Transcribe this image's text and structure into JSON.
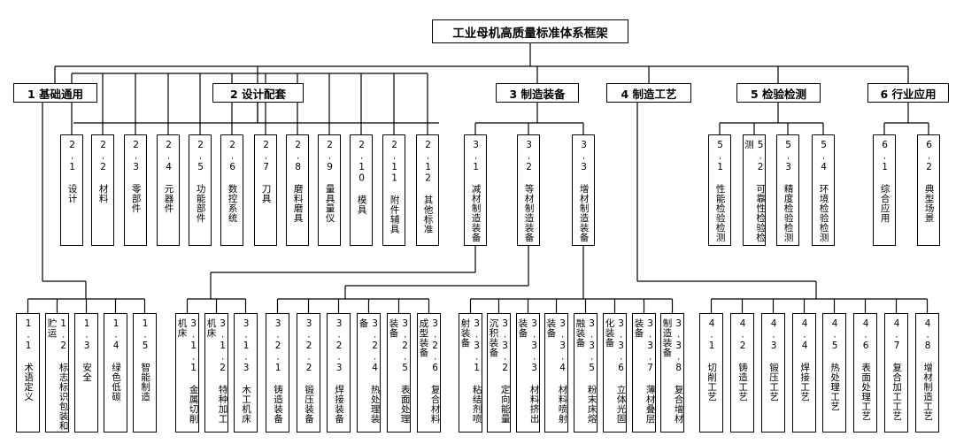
{
  "root": {
    "text": "工业母机高质量标准体系框架"
  },
  "categories": [
    {
      "label": "1 基础通用"
    },
    {
      "label": "2 设计配套"
    },
    {
      "label": "3 制造装备"
    },
    {
      "label": "4 制造工艺"
    },
    {
      "label": "5 检验检测"
    },
    {
      "label": "6 行业应用"
    }
  ],
  "design_items": [
    {
      "label": "2.1 设计"
    },
    {
      "label": "2.2 材料"
    },
    {
      "label": "2.3 零部件"
    },
    {
      "label": "2.4 元器件"
    },
    {
      "label": "2.5 功能部件"
    },
    {
      "label": "2.6 数控系统"
    },
    {
      "label": "2.7 刀具"
    },
    {
      "label": "2.8 磨料磨具"
    },
    {
      "label": "2.9 量具量仪"
    },
    {
      "label": "2.10 模具"
    },
    {
      "label": "2.11 附件辅具"
    },
    {
      "label": "2.12 其他标准"
    }
  ],
  "equipment_items": [
    {
      "label": "3.1 减材制造装备"
    },
    {
      "label": "3.2 等材制造装备"
    },
    {
      "label": "3.3 增材制造装备"
    }
  ],
  "inspection_items": [
    {
      "label": "5.1 性能检验检测"
    },
    {
      "label": "5.2 可靠性检验检测"
    },
    {
      "label": "5.3 精度检验检测"
    },
    {
      "label": "5.4 环境检验检测"
    }
  ],
  "application_items": [
    {
      "label": "6.1 综合应用"
    },
    {
      "label": "6.2 典型场景"
    }
  ],
  "basic_items": [
    {
      "label": "1.1 术语定义"
    },
    {
      "label": "1.2 标志标识包装和贮运"
    },
    {
      "label": "1.3 安全"
    },
    {
      "label": "1.4 绿色低碳"
    },
    {
      "label": "1.5 智能制造"
    }
  ],
  "subtractive_items": [
    {
      "label": "3.1.1 金属切削机床"
    },
    {
      "label": "3.1.2 特种加工机床"
    },
    {
      "label": "3.1.3 木工机床"
    }
  ],
  "equal_items": [
    {
      "label": "3.2.1 铸造装备"
    },
    {
      "label": "3.2.2 锻压装备"
    },
    {
      "label": "3.2.3 焊接装备"
    },
    {
      "label": "3.2.4 热处理装备"
    },
    {
      "label": "3.2.5 表面处理装备"
    },
    {
      "label": "3.2.6 复合材料成型装备"
    }
  ],
  "additive_items": [
    {
      "label": "3.3.1 粘结剂喷射装备"
    },
    {
      "label": "3.3.2 定向能量沉积装备"
    },
    {
      "label": "3.3.3 材料挤出装备"
    },
    {
      "label": "3.3.4 材料喷射装备"
    },
    {
      "label": "3.3.5 粉末床熔融装备"
    },
    {
      "label": "3.3.6 立体光固化装备"
    },
    {
      "label": "3.3.7 薄材叠层装备"
    },
    {
      "label": "3.3.8 复合增材制造装备"
    }
  ],
  "process_items": [
    {
      "label": "4.1 切削工艺"
    },
    {
      "label": "4.2 铸造工艺"
    },
    {
      "label": "4.3 锻压工艺"
    },
    {
      "label": "4.4 焊接工艺"
    },
    {
      "label": "4.5 热处理工艺"
    },
    {
      "label": "4.6 表面处理工艺"
    },
    {
      "label": "4.7 复合加工工艺"
    },
    {
      "label": "4.8 增材制造工艺"
    }
  ]
}
